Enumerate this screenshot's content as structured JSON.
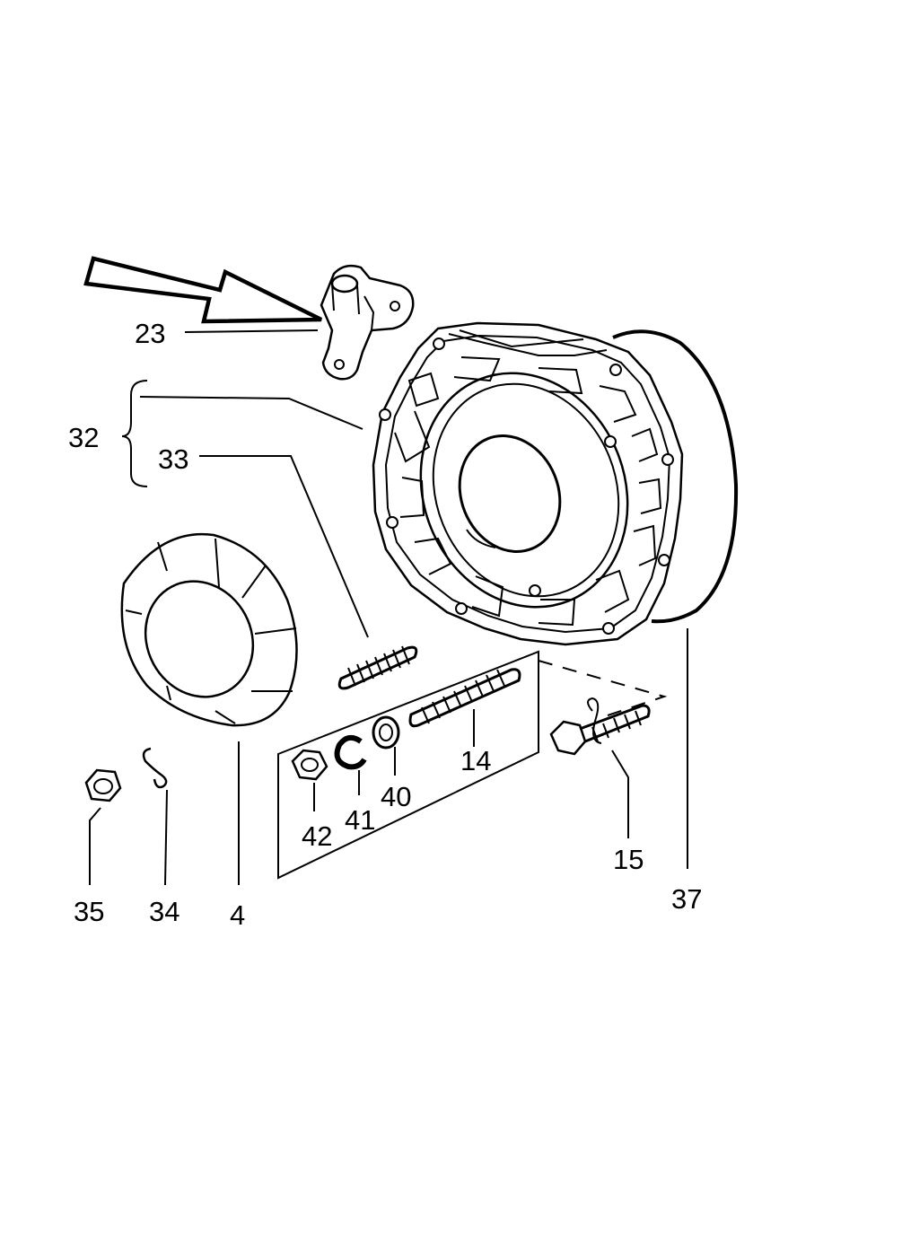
{
  "diagram": {
    "labels": {
      "l23": "23",
      "l32": "32",
      "l33": "33",
      "l14": "14",
      "l42": "42",
      "l41": "41",
      "l40": "40",
      "l15": "15",
      "l37": "37",
      "l35": "35",
      "l34": "34",
      "l4": "4"
    }
  }
}
